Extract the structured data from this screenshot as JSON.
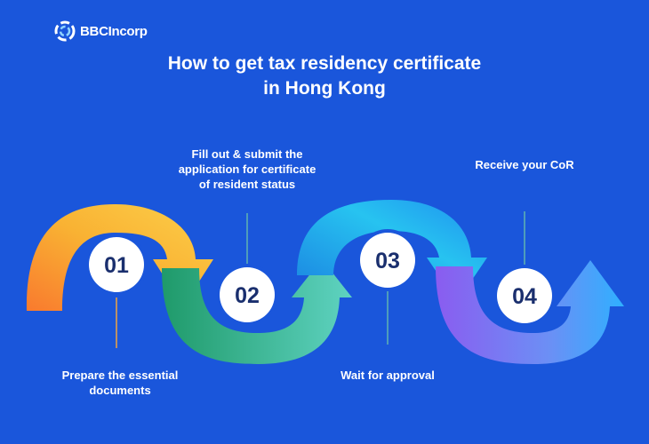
{
  "brand": {
    "name": "BBCIncorp",
    "logo_icon": "swirl-logo-icon"
  },
  "title": {
    "line1": "How to get tax residency certificate",
    "line2": "in Hong Kong"
  },
  "steps": [
    {
      "number": "01",
      "label_lines": [
        "Prepare the essential",
        "documents"
      ],
      "color": "#f9b233"
    },
    {
      "number": "02",
      "label_lines": [
        "Fill out & submit the",
        "application for certificate",
        "of resident status"
      ],
      "color": "#3ec49a"
    },
    {
      "number": "03",
      "label_lines": [
        "Wait for approval"
      ],
      "color": "#27c3f0"
    },
    {
      "number": "04",
      "label_lines": [
        "Receive your CoR"
      ],
      "color": "#9b6cf0"
    }
  ],
  "colors": {
    "background": "#1a56db",
    "badge_text": "#1a2f6e",
    "connector": "#5fb3b0"
  }
}
